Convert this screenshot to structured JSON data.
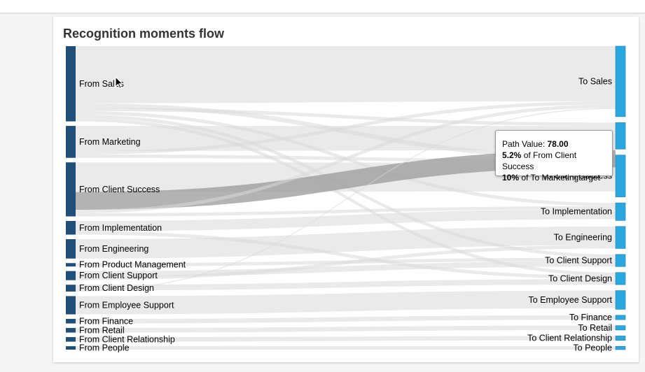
{
  "card": {
    "title": "Recognition moments flow"
  },
  "tooltip": {
    "path_label": "Path Value:",
    "path_value": "78.00",
    "source_pct": "5.2%",
    "source_text": "of From Client Success",
    "target_pct": "10%",
    "target_text": "of To Marketingtarget"
  },
  "chart_data": {
    "type": "sankey",
    "title": "Recognition moments flow",
    "colors": {
      "source": "#1f4e79",
      "target": "#29a8e0",
      "link": "#d9d9d9",
      "highlight": "#9a9a9a"
    },
    "sources": [
      {
        "name": "From Sales",
        "value": 330
      },
      {
        "name": "From Marketing",
        "value": 140
      },
      {
        "name": "From Client Success",
        "value": 237
      },
      {
        "name": "From Implementation",
        "value": 60
      },
      {
        "name": "From Engineering",
        "value": 85
      },
      {
        "name": "From Product Management",
        "value": 15
      },
      {
        "name": "From Client Support",
        "value": 40
      },
      {
        "name": "From Client Design",
        "value": 30
      },
      {
        "name": "From Employee Support",
        "value": 80
      },
      {
        "name": "From Finance",
        "value": 20
      },
      {
        "name": "From Retail",
        "value": 20
      },
      {
        "name": "From Client Relationship",
        "value": 20
      },
      {
        "name": "From People",
        "value": 15
      }
    ],
    "targets": [
      {
        "name": "To Sales",
        "value": 320
      },
      {
        "name": "To Marketing",
        "value": 120
      },
      {
        "name": "To Client Success",
        "value": 190
      },
      {
        "name": "To Implementation",
        "value": 80
      },
      {
        "name": "To Engineering",
        "value": 100
      },
      {
        "name": "To Client Support",
        "value": 55
      },
      {
        "name": "To Client Design",
        "value": 55
      },
      {
        "name": "To Employee Support",
        "value": 85
      },
      {
        "name": "To Finance",
        "value": 20
      },
      {
        "name": "To Retail",
        "value": 20
      },
      {
        "name": "To Client Relationship",
        "value": 20
      },
      {
        "name": "To People",
        "value": 15
      }
    ],
    "links": [
      {
        "source": "From Sales",
        "target": "To Sales",
        "value": 250
      },
      {
        "source": "From Sales",
        "target": "To Client Success",
        "value": 20
      },
      {
        "source": "From Sales",
        "target": "To Marketing",
        "value": 15
      },
      {
        "source": "From Sales",
        "target": "To Implementation",
        "value": 15
      },
      {
        "source": "From Sales",
        "target": "To Client Support",
        "value": 15
      },
      {
        "source": "From Sales",
        "target": "To Client Design",
        "value": 15
      },
      {
        "source": "From Marketing",
        "target": "To Marketing",
        "value": 110
      },
      {
        "source": "From Marketing",
        "target": "To Sales",
        "value": 15
      },
      {
        "source": "From Marketing",
        "target": "To Client Success",
        "value": 15
      },
      {
        "source": "From Client Success",
        "target": "To Client Success",
        "value": 130
      },
      {
        "source": "From Client Success",
        "target": "To Marketing",
        "value": 78
      },
      {
        "source": "From Client Success",
        "target": "To Sales",
        "value": 15
      },
      {
        "source": "From Client Success",
        "target": "To Implementation",
        "value": 14
      },
      {
        "source": "From Implementation",
        "target": "To Implementation",
        "value": 45
      },
      {
        "source": "From Implementation",
        "target": "To Client Design",
        "value": 15
      },
      {
        "source": "From Engineering",
        "target": "To Engineering",
        "value": 85
      },
      {
        "source": "From Product Management",
        "target": "To Client Support",
        "value": 15
      },
      {
        "source": "From Client Support",
        "target": "To Client Support",
        "value": 25
      },
      {
        "source": "From Client Support",
        "target": "To Engineering",
        "value": 15
      },
      {
        "source": "From Client Design",
        "target": "To Client Design",
        "value": 25
      },
      {
        "source": "From Client Design",
        "target": "To Sales",
        "value": 5
      },
      {
        "source": "From Employee Support",
        "target": "To Employee Support",
        "value": 80
      },
      {
        "source": "From Finance",
        "target": "To Finance",
        "value": 20
      },
      {
        "source": "From Retail",
        "target": "To Retail",
        "value": 20
      },
      {
        "source": "From Client Relationship",
        "target": "To Client Relationship",
        "value": 20
      },
      {
        "source": "From People",
        "target": "To People",
        "value": 15
      }
    ],
    "highlighted_link": {
      "source": "From Client Success",
      "target": "To Marketing",
      "value": 78
    }
  }
}
